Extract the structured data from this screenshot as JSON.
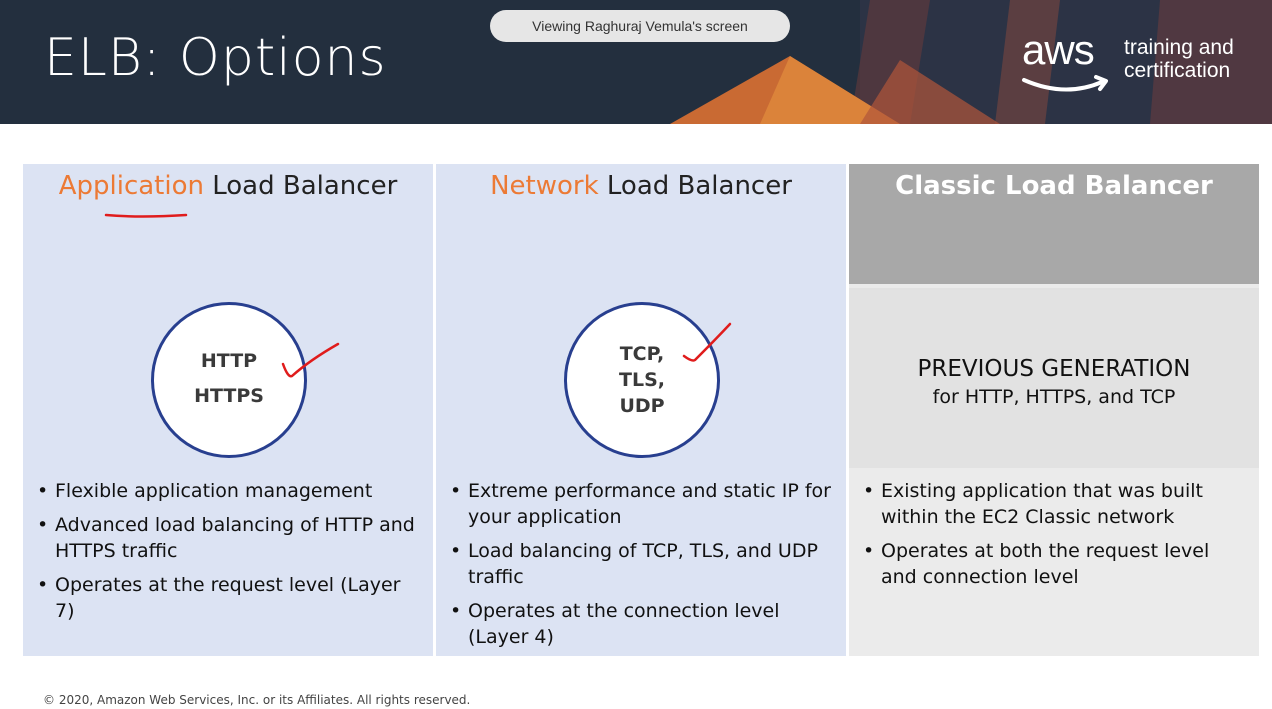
{
  "slide": {
    "title": "ELB: Options",
    "screen_share_banner": "Viewing Raghuraj Vemula's screen",
    "logo": {
      "wordmark": "aws",
      "tagline_line1": "training and",
      "tagline_line2": "certification"
    },
    "footer": "© 2020, Amazon Web Services, Inc. or its Affiliates. All rights reserved.",
    "colors": {
      "header_bg": "#232f3e",
      "accent_orange": "#ec7a35",
      "panel_blue": "#dce3f3",
      "circle_border": "#283f8f",
      "classic_header": "#a8a8a8",
      "annotation_red": "#e01c1c"
    }
  },
  "panels": [
    {
      "title_accent": "Application",
      "title_rest": " Load Balancer",
      "protocols": [
        "HTTP",
        "HTTPS"
      ],
      "bullets": [
        "Flexible application management",
        "Advanced load balancing of HTTP and HTTPS traffic",
        "Operates at the request level (Layer 7)"
      ]
    },
    {
      "title_accent": "Network",
      "title_rest": " Load Balancer",
      "protocols": [
        "TCP,",
        "TLS,",
        "UDP"
      ],
      "bullets": [
        "Extreme performance and static IP for your application",
        "Load balancing of TCP, TLS, and UDP traffic",
        "Operates at the connection level (Layer 4)"
      ]
    },
    {
      "title": "Classic Load Balancer",
      "status": "PREVIOUS GENERATION",
      "status_sub": "for HTTP, HTTPS, and TCP",
      "bullets": [
        "Existing application that was built within the EC2 Classic network",
        "Operates at both the request level and connection level"
      ]
    }
  ]
}
